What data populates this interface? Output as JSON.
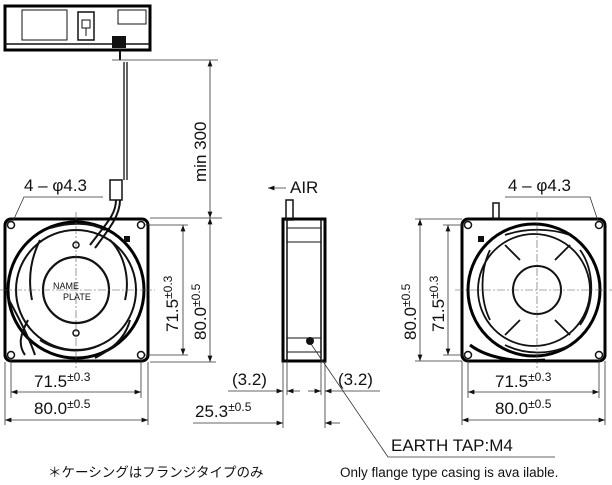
{
  "drawing": {
    "front_view": {
      "hole_callout": "4 – φ4.3",
      "nameplate_line1": "NAME",
      "nameplate_line2": "PLATE",
      "lead_length": "min 300",
      "hole_pitch_vertical": {
        "value": "71.5",
        "tolerance": "±0.3"
      },
      "size_vertical": {
        "value": "80.0",
        "tolerance": "±0.5"
      },
      "hole_pitch_horizontal": {
        "value": "71.5",
        "tolerance": "±0.3"
      },
      "size_horizontal": {
        "value": "80.0",
        "tolerance": "±0.5"
      }
    },
    "side_view": {
      "airflow_label": "AIR",
      "flange_left": "(3.2)",
      "flange_right": "(3.2)",
      "depth": {
        "value": "25.3",
        "tolerance": "±0.5"
      },
      "earth_tap": "EARTH TAP:M4"
    },
    "rear_view": {
      "hole_callout": "4 – φ4.3",
      "size_vertical": {
        "value": "80.0",
        "tolerance": "±0.5"
      },
      "hole_pitch_vertical": {
        "value": "71.5",
        "tolerance": "±0.3"
      },
      "hole_pitch_horizontal": {
        "value": "71.5",
        "tolerance": "±0.3"
      },
      "size_horizontal": {
        "value": "80.0",
        "tolerance": "±0.5"
      }
    },
    "notes": {
      "japanese": "＊ケーシングはフランジタイプのみ",
      "english": "Only flange type casing is ava ilable."
    }
  }
}
